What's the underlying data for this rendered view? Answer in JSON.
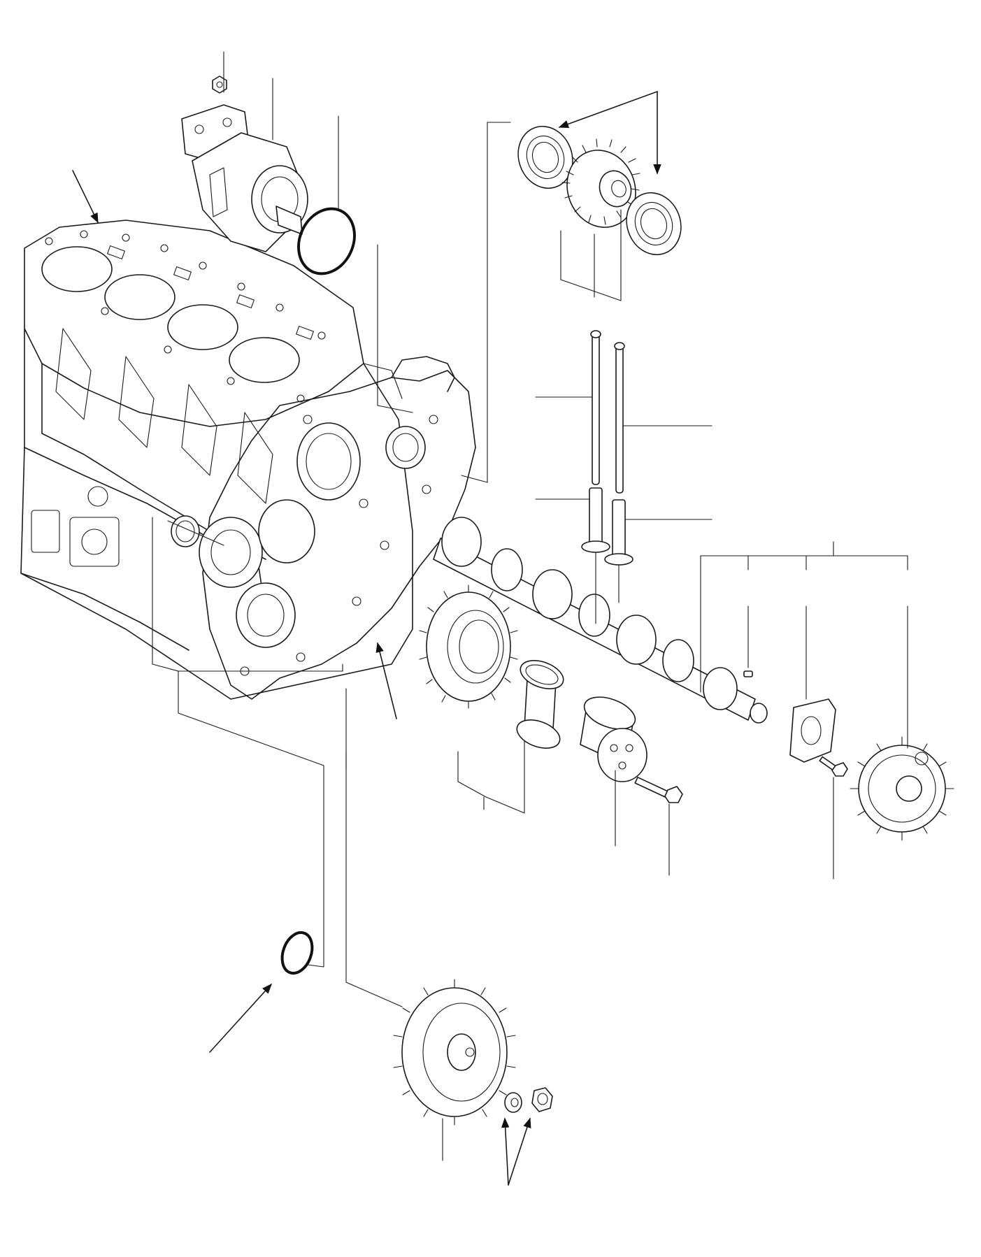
{
  "figure": {
    "kind": "exploded-parts-diagram",
    "background": "#ffffff",
    "line_color": "#1a1a1a"
  },
  "parts": [
    {
      "id": "injection-pump"
    },
    {
      "id": "pump-o-ring"
    },
    {
      "id": "cylinder-head-gasket"
    },
    {
      "id": "cylinder-block"
    },
    {
      "id": "idler-bearing-left"
    },
    {
      "id": "idler-gear-small"
    },
    {
      "id": "idler-bearing-right"
    },
    {
      "id": "push-rods"
    },
    {
      "id": "tappets"
    },
    {
      "id": "camshaft"
    },
    {
      "id": "crank-gear"
    },
    {
      "id": "idler-bushing"
    },
    {
      "id": "idler-shaft"
    },
    {
      "id": "idler-shaft-bolt"
    },
    {
      "id": "thrust-plate"
    },
    {
      "id": "thrust-plate-bolt"
    },
    {
      "id": "cam-gear"
    },
    {
      "id": "cam-key"
    },
    {
      "id": "gear-case-gasket"
    },
    {
      "id": "small-o-ring"
    },
    {
      "id": "pump-gear"
    },
    {
      "id": "pump-gear-washer"
    },
    {
      "id": "pump-gear-nut"
    }
  ]
}
